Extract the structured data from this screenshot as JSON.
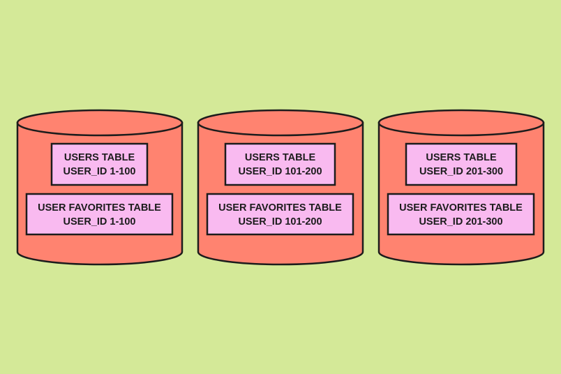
{
  "colors": {
    "background": "#d4e998",
    "cylinder_fill": "#ff8370",
    "box_fill": "#f9baf0",
    "stroke": "#1c1c1c"
  },
  "shards": [
    {
      "users_table": {
        "line1": "USERS TABLE",
        "line2": "USER_ID 1-100"
      },
      "favorites_table": {
        "line1": "USER FAVORITES TABLE",
        "line2": "USER_ID 1-100"
      }
    },
    {
      "users_table": {
        "line1": "USERS TABLE",
        "line2": "USER_ID 101-200"
      },
      "favorites_table": {
        "line1": "USER FAVORITES TABLE",
        "line2": "USER_ID 101-200"
      }
    },
    {
      "users_table": {
        "line1": "USERS TABLE",
        "line2": "USER_ID 201-300"
      },
      "favorites_table": {
        "line1": "USER FAVORITES TABLE",
        "line2": "USER_ID 201-300"
      }
    }
  ]
}
